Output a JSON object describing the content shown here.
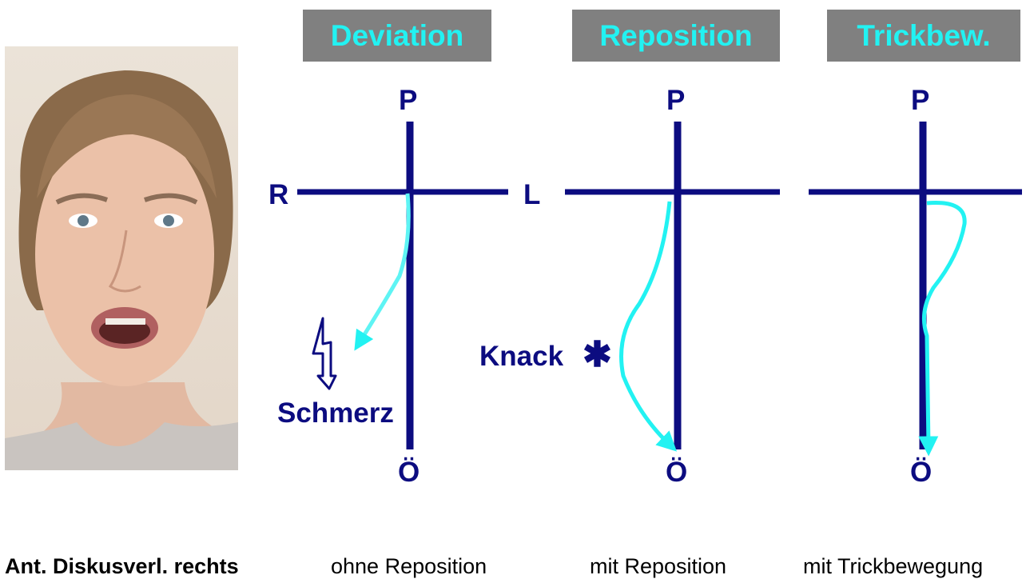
{
  "headers": {
    "deviation": "Deviation",
    "reposition": "Reposition",
    "trick": "Trickbew."
  },
  "axis_labels": {
    "top": "P",
    "bottom": "Ö",
    "right_side": "R",
    "left_side": "L"
  },
  "annotations": {
    "pain": "Schmerz",
    "click": "Knack",
    "click_marker": "✱"
  },
  "captions": {
    "main": "Ant. Diskusverl. rechts",
    "col1": "ohne Reposition",
    "col2": "mit Reposition",
    "col3": "mit Trickbewegung"
  },
  "colors": {
    "axis": "#0c0c80",
    "path": "#22f2f2",
    "header_bg": "#808080",
    "header_text": "#22f2f2"
  },
  "icons": {
    "pain": "lightning-bolt-icon",
    "click": "asterisk-icon"
  }
}
